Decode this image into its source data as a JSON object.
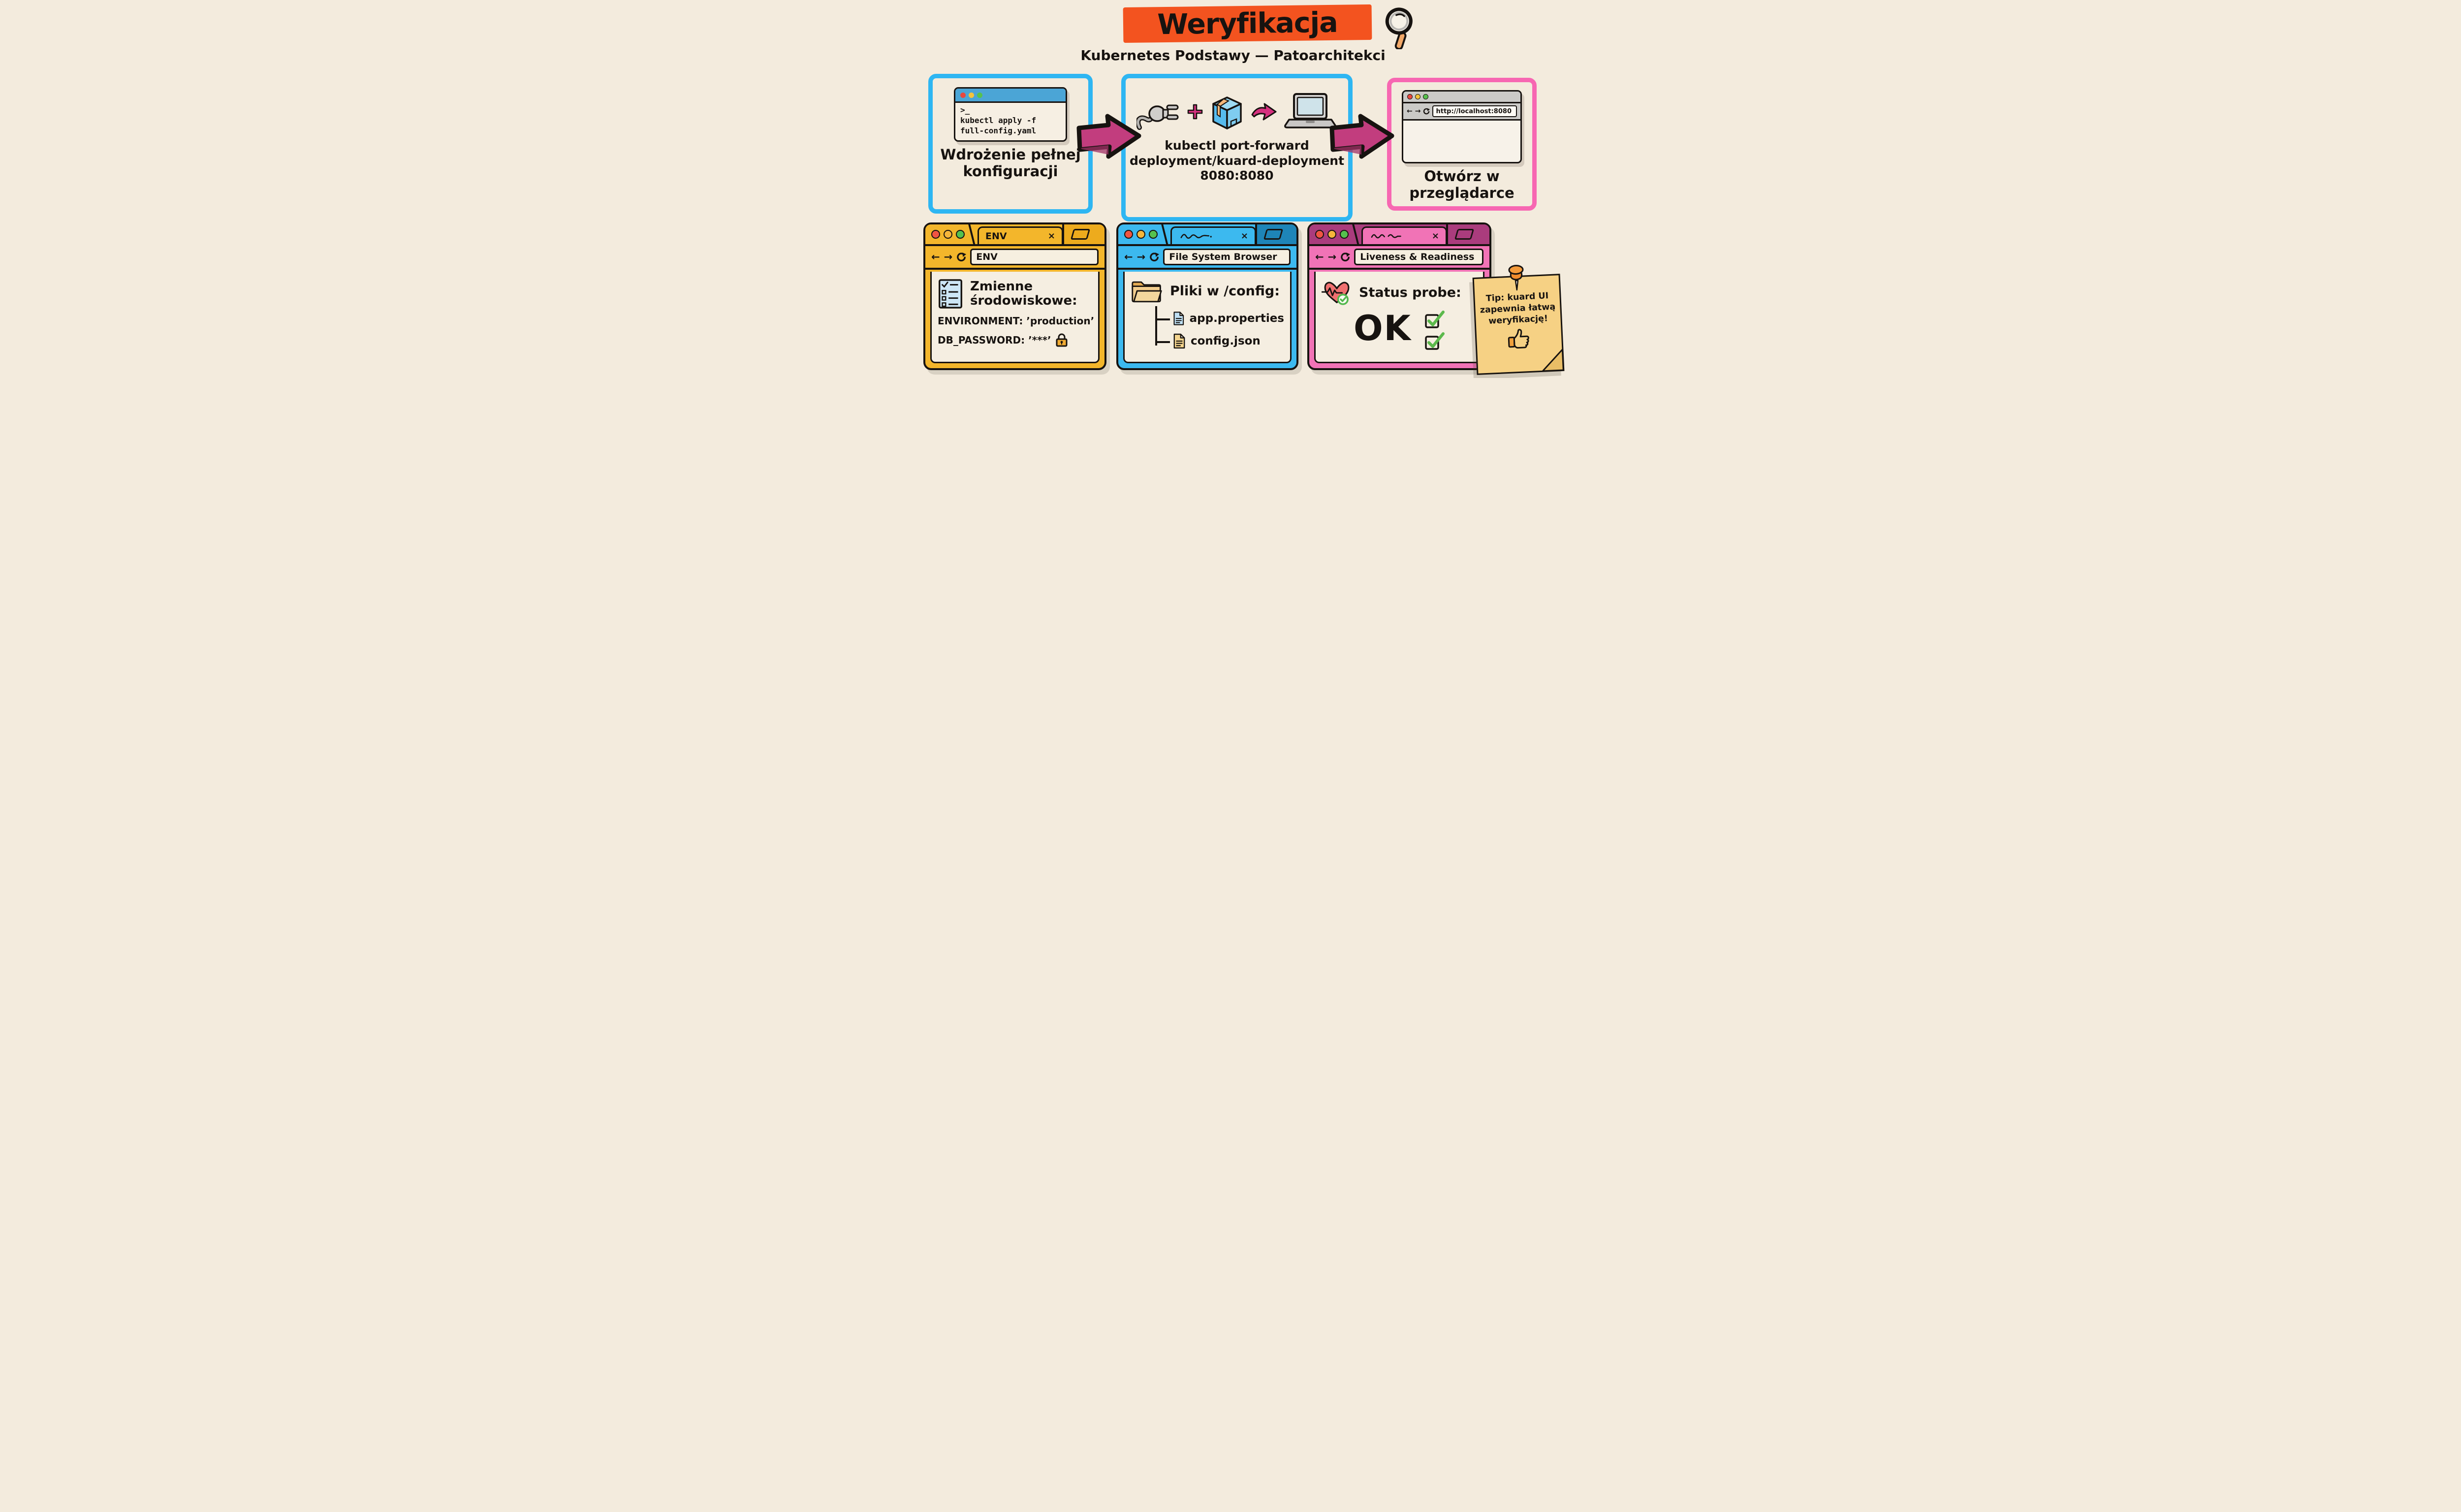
{
  "colors": {
    "background": "#f3ebdd",
    "accent_blue": "#2eb6f2",
    "accent_blue_dark": "#1e85b8",
    "accent_pink": "#f173b6",
    "accent_pink_border": "#f767b2",
    "accent_magenta_dark": "#aa3c7d",
    "arrow_magenta": "#c23d7e",
    "accent_yellow": "#f3b62b",
    "title_highlight_orange": "#f3531f",
    "status_green": "#53b84e",
    "ink": "#171310"
  },
  "icons": {
    "back": "←",
    "forward": "→"
  },
  "header": {
    "title": "Weryfikacja",
    "subtitle": "Kubernetes Podstawy — Patoarchitekci"
  },
  "steps": {
    "deploy": {
      "terminal_prompt": ">_",
      "terminal_line1": "kubectl apply -f",
      "terminal_line2": "full-config.yaml",
      "caption1": "Wdrożenie pełnej",
      "caption2": "konfiguracji"
    },
    "portforward": {
      "caption1": "kubectl port-forward",
      "caption2": "deployment/kuard-deployment",
      "caption3": "8080:8080"
    },
    "open_browser": {
      "url": "http://localhost:8080",
      "caption1": "Otwórz w",
      "caption2": "przeglądarce"
    }
  },
  "env_window": {
    "tab_label": "ENV",
    "close": "×",
    "url": "ENV",
    "heading1": "Zmienne",
    "heading2": "środowiskowe:",
    "var_environment": "ENVIRONMENT: ’production’",
    "var_db_password": "DB_PASSWORD: ’***’"
  },
  "files_window": {
    "close": "×",
    "url": "File System Browser",
    "heading": "Pliki w /config:",
    "file1": "app.properties",
    "file2": "config.json"
  },
  "probe_window": {
    "close": "×",
    "url": "Liveness & Readiness",
    "heading": "Status probe:",
    "status": "OK"
  },
  "note": {
    "line1": "Tip: kuard UI",
    "line2": "zapewnia łatwą",
    "line3": "weryfikację!"
  }
}
